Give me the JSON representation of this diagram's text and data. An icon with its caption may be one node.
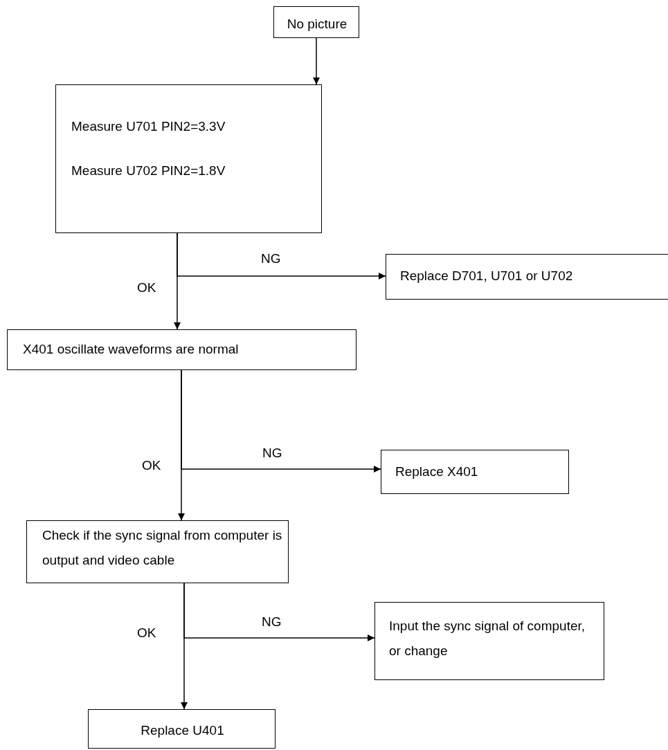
{
  "diagram": {
    "nodes": [
      {
        "text": [
          "No picture"
        ]
      },
      {
        "text": [
          "Measure U701 PIN2=3.3V",
          "Measure U702 PIN2=1.8V"
        ]
      },
      {
        "text": [
          "Replace D701, U701 or U702"
        ]
      },
      {
        "text": [
          "X401 oscillate waveforms are normal"
        ]
      },
      {
        "text": [
          "Replace X401"
        ]
      },
      {
        "text": [
          "Check if the sync signal from computer is output and video cable"
        ]
      },
      {
        "text": [
          "Input the sync signal of computer, or change"
        ]
      },
      {
        "text": [
          "Replace U401"
        ]
      }
    ],
    "edges": [
      {
        "from": 0,
        "to": 1,
        "arrow": "to"
      },
      {
        "from": 1,
        "to": 2,
        "arrow": "to",
        "label": "NG"
      },
      {
        "from": 1,
        "to": 3,
        "arrow": "to",
        "label": "OK"
      },
      {
        "from": 3,
        "to": 4,
        "arrow": "to",
        "label": "NG"
      },
      {
        "from": 3,
        "to": 5,
        "arrow": "to",
        "label": "OK"
      },
      {
        "from": 5,
        "to": 6,
        "arrow": "to",
        "label": "NG"
      },
      {
        "from": 5,
        "to": 7,
        "arrow": "to",
        "label": "OK"
      }
    ]
  }
}
